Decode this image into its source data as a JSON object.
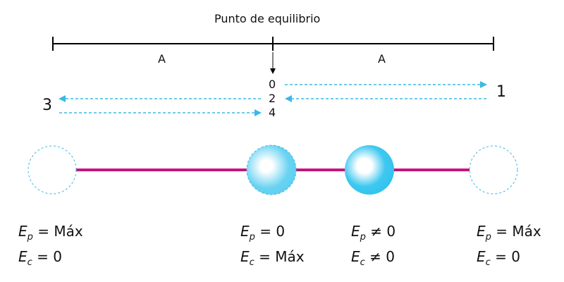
{
  "title": "Punto de equilibrio",
  "amplitude_left": "A",
  "amplitude_right": "A",
  "positions": {
    "p0": "0",
    "p1": "1",
    "p2": "2",
    "p3": "3",
    "p4": "4"
  },
  "energy": {
    "ep_symbol": "E",
    "ep_sub": "p",
    "ec_symbol": "E",
    "ec_sub": "c",
    "left": {
      "ep": "= Máx",
      "ec": "= 0"
    },
    "center": {
      "ep": "= 0",
      "ec": "= Máx"
    },
    "mid": {
      "ep": "≠ 0",
      "ec": "≠ 0"
    },
    "right": {
      "ep": "= Máx",
      "ec": "= 0"
    }
  },
  "colors": {
    "spring": "#c2177d",
    "ball": "#3ec8f0",
    "arrow": "#3bb8e6",
    "line": "#000000"
  }
}
